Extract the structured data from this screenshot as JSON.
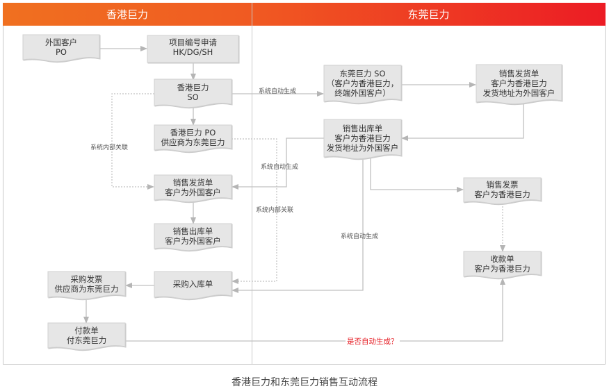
{
  "header": {
    "hk": "香港巨力",
    "dg": "东莞巨力"
  },
  "nodes": {
    "foreign_po": [
      "外国客户",
      "PO"
    ],
    "project_no": [
      "项目编号申请",
      "HK/DG/SH"
    ],
    "hk_so": [
      "香港巨力",
      "SO"
    ],
    "hk_po": [
      "香港巨力 PO",
      "供应商为东莞巨力"
    ],
    "hk_delivery": [
      "销售发货单",
      "客户为外国客户"
    ],
    "hk_outbound": [
      "销售出库单",
      "客户为外国客户"
    ],
    "hk_inbound": [
      "采购入库单"
    ],
    "hk_purchase_invoice": [
      "采购发票",
      "供应商为东莞巨力"
    ],
    "hk_payment": [
      "付款单",
      "付东莞巨力"
    ],
    "dg_so": [
      "东莞巨力 SO",
      "（客户为香港巨力，",
      "终端外国客户）"
    ],
    "dg_delivery": [
      "销售发货单",
      "客户为香港巨力",
      "发货地址为外国客户"
    ],
    "dg_outbound": [
      "销售出库单",
      "客户为香港巨力",
      "发货地址为外国客户"
    ],
    "dg_invoice": [
      "销售发票",
      "客户为香港巨力"
    ],
    "dg_receipt": [
      "收款单",
      "客户为香港巨力"
    ]
  },
  "labels": {
    "auto1": "系统自动生成",
    "auto2": "系统自动生成",
    "auto3": "系统自动生成",
    "internal1": "系统内部关联",
    "internal2": "系统内部关联",
    "question": "是否自动生成？"
  },
  "caption": "香港巨力和东莞巨力销售互动流程",
  "colors": {
    "accent_start": "#f07020",
    "accent_end": "#ec1c24",
    "node_fill": "#e6e6e6",
    "question": "#e51c23"
  }
}
